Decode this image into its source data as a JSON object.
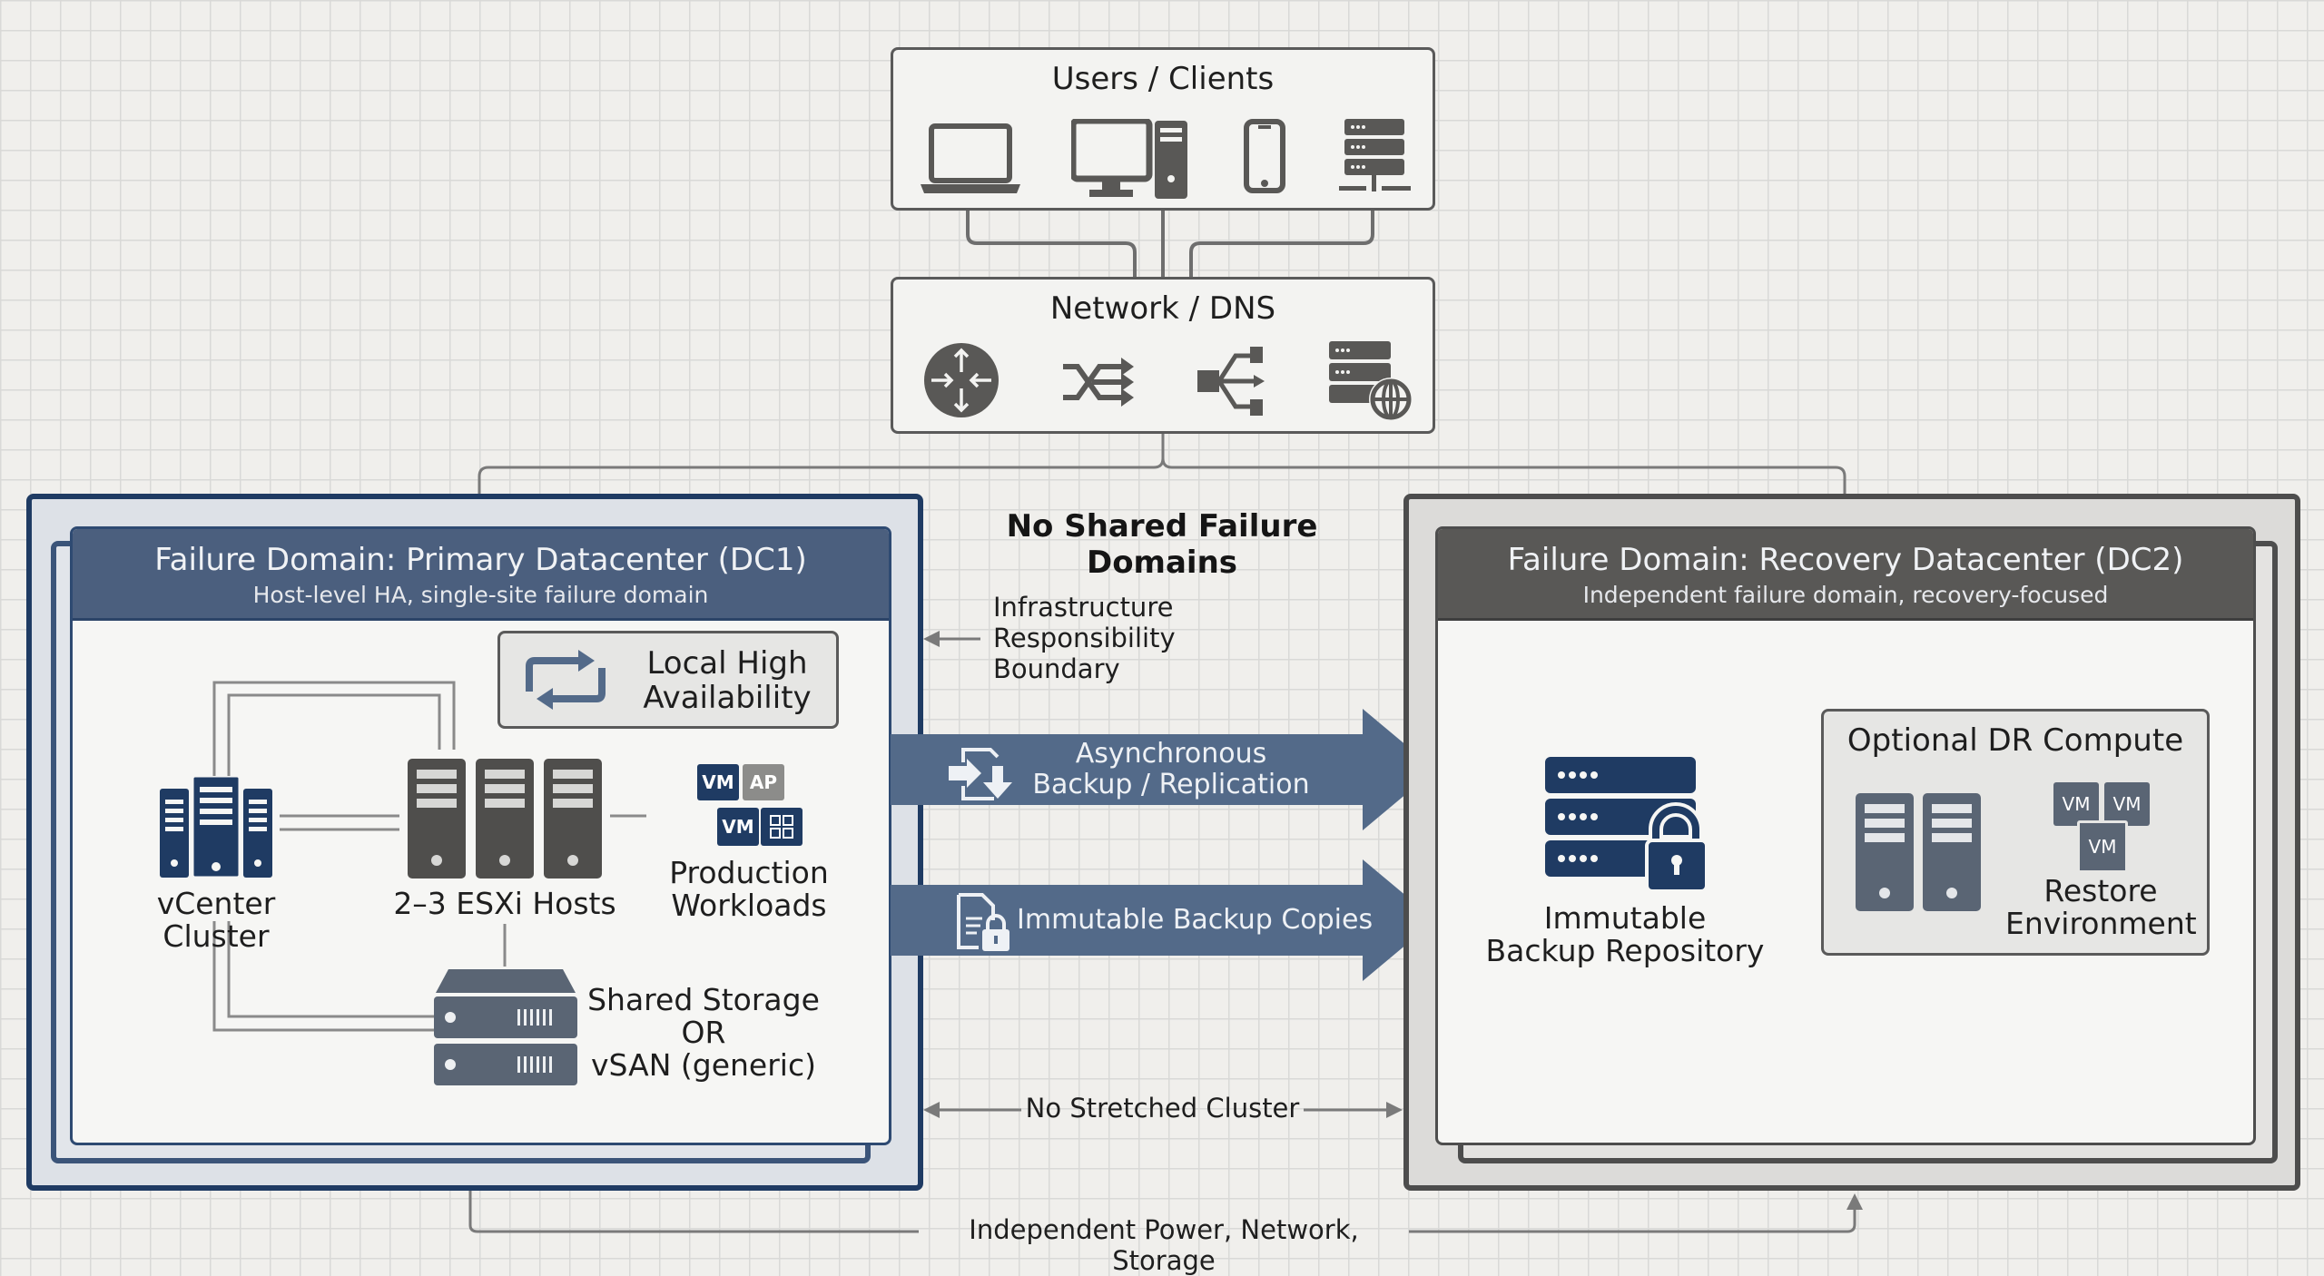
{
  "diagram": {
    "users_box": {
      "title": "Users / Clients",
      "icons": [
        "laptop-icon",
        "desktop-computer-icon",
        "mobile-phone-icon",
        "server-network-icon"
      ]
    },
    "network_box": {
      "title": "Network / DNS",
      "icons": [
        "router-icon",
        "switch-icon",
        "load-balancer-icon",
        "dns-server-icon"
      ]
    },
    "center_heading": "No Shared Failure Domains",
    "boundary_note": {
      "line1": "Infrastructure",
      "line2": "Responsibility",
      "line3": "Boundary"
    },
    "dc1": {
      "title": "Failure Domain: Primary Datacenter (DC1)",
      "subtitle": "Host-level HA, single-site failure domain",
      "local_ha": {
        "line1": "Local High",
        "line2": "Availability"
      },
      "vcenter_label": "vCenter Cluster",
      "esxi_label": "2–3 ESXi Hosts",
      "workloads": {
        "line1": "Production",
        "line2": "Workloads",
        "tags": [
          "VM",
          "AP",
          "VM"
        ]
      },
      "storage": {
        "line1": "Shared Storage",
        "line2": "OR",
        "line3": "vSAN (generic)"
      }
    },
    "dc2": {
      "title": "Failure Domain: Recovery Datacenter (DC2)",
      "subtitle": "Independent failure domain, recovery-focused",
      "repository": {
        "line1": "Immutable",
        "line2": "Backup Repository"
      },
      "dr_compute": {
        "title": "Optional DR Compute",
        "restore_line1": "Restore",
        "restore_line2": "Environment",
        "tags": [
          "VM",
          "VM",
          "VM"
        ]
      }
    },
    "flows": {
      "async": {
        "line1": "Asynchronous",
        "line2": "Backup / Replication"
      },
      "immutable": {
        "label": "Immutable Backup Copies"
      }
    },
    "no_stretched": "No Stretched Cluster",
    "independent": "Independent Power, Network, Storage",
    "colors": {
      "primary_blue": "#1f3b63",
      "header_blue": "#4b5f7e",
      "arrow_blue": "#536a89",
      "icon_gray": "#595856",
      "dc2_gray": "#4d4d4d"
    }
  }
}
